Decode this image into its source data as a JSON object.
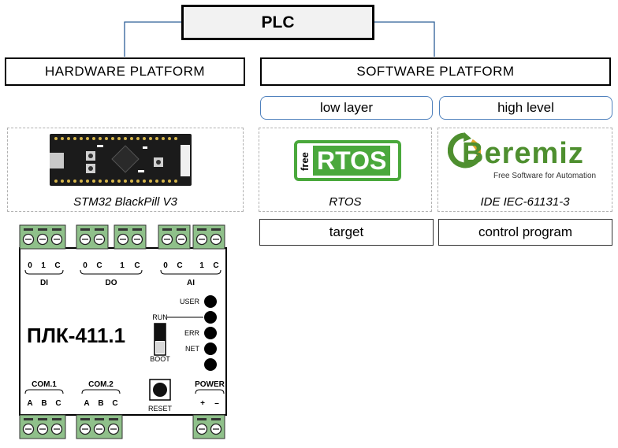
{
  "root": {
    "title": "PLC"
  },
  "hardware": {
    "title": "HARDWARE PLATFORM",
    "board_caption": "STM32 BlackPill V3",
    "device": {
      "model": "ПЛК-411.1",
      "top_terminals": [
        {
          "group": "DI",
          "pins": [
            "0",
            "1",
            "C"
          ]
        },
        {
          "group": "DO",
          "pins": [
            "0",
            "C",
            "1",
            "C"
          ]
        },
        {
          "group": "AI",
          "pins": [
            "0",
            "C",
            "1",
            "C"
          ]
        }
      ],
      "bottom_terminals": [
        {
          "group": "COM.1",
          "pins": [
            "A",
            "B",
            "C"
          ]
        },
        {
          "group": "COM.2",
          "pins": [
            "A",
            "B",
            "C"
          ]
        },
        {
          "group": "POWER",
          "pins": [
            "+",
            "–"
          ]
        }
      ],
      "switch_labels": {
        "run": "RUN",
        "boot": "BOOT"
      },
      "led_labels": {
        "user": "USER",
        "err": "ERR",
        "net": "NET"
      },
      "reset_label": "RESET"
    }
  },
  "software": {
    "title": "SOFTWARE PLATFORM",
    "low": {
      "label": "low layer",
      "logo_small": "free",
      "logo_text": "RTOS",
      "caption": "RTOS",
      "role": "target"
    },
    "high": {
      "label": "high level",
      "logo_text": "Beremiz",
      "logo_tagline": "Free Software for Automation",
      "caption": "IDE IEC-61131-3",
      "role": "control program"
    }
  },
  "colors": {
    "connector": "#2e5f98",
    "pill_border": "#4f81bd",
    "terminal_green": "#8fc08a",
    "rtos_green": "#4aa83c",
    "beremiz_green": "#4e8f2f"
  }
}
